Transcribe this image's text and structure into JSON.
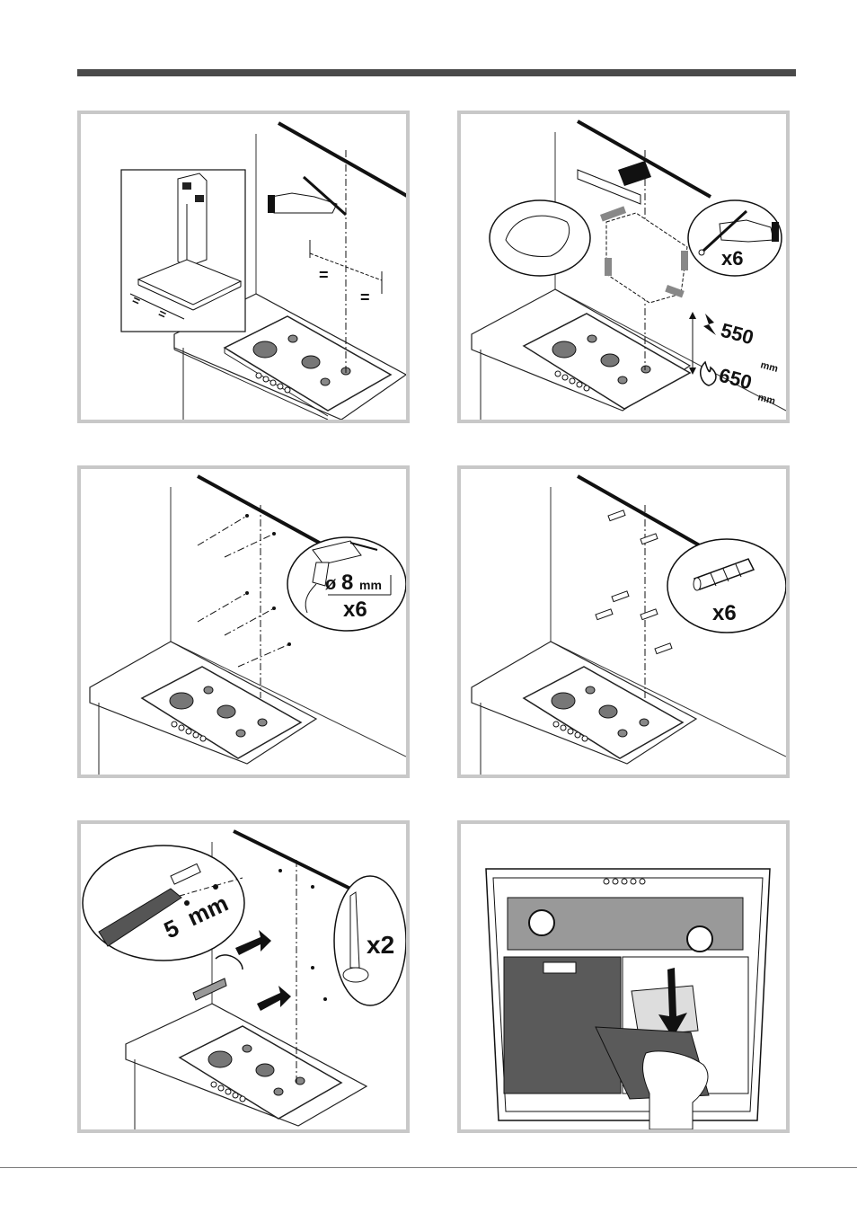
{
  "panels": {
    "p1": {
      "dim_equal_a": "=",
      "dim_equal_b": "=",
      "dim_equal_c": "=",
      "dim_equal_d": "="
    },
    "p2": {
      "count": "x6",
      "height_electric": "550",
      "height_gas": "650",
      "unit": "mm"
    },
    "p3": {
      "diameter_symbol": "ø",
      "diameter": "8",
      "unit": "mm",
      "count": "x6"
    },
    "p4": {
      "count": "x6"
    },
    "p5": {
      "gap": "5",
      "unit": "mm",
      "count": "x2"
    },
    "p6": {}
  },
  "icons": [
    "pencil-hand-icon",
    "drill-icon",
    "wall-plug-icon",
    "screwdriver-icon",
    "screw-icon",
    "lightning-icon",
    "flame-icon",
    "arrow-icon",
    "hand-icon"
  ]
}
